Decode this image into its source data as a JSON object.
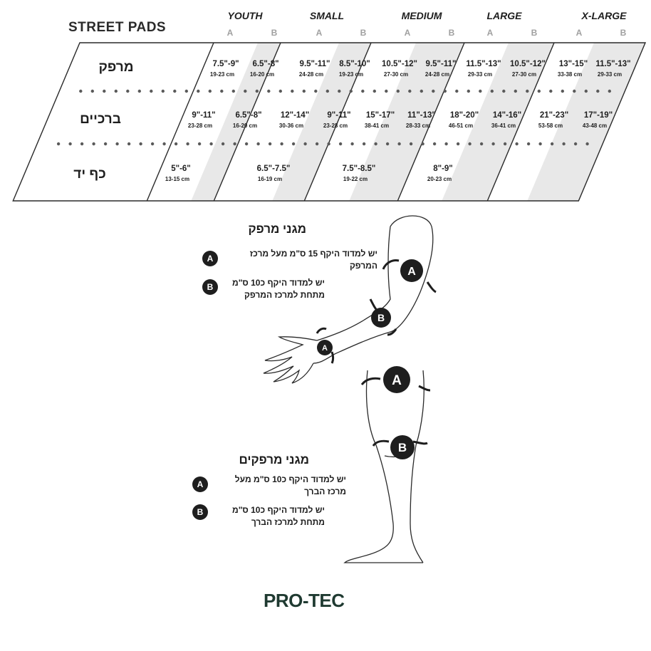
{
  "title": "STREET PADS",
  "chart_data": {
    "type": "table",
    "size_groups": [
      {
        "label": "YOUTH",
        "sub": [
          "A",
          "B"
        ]
      },
      {
        "label": "SMALL",
        "sub": [
          "A",
          "B"
        ]
      },
      {
        "label": "MEDIUM",
        "sub": [
          "A",
          "B"
        ]
      },
      {
        "label": "LARGE",
        "sub": [
          "A",
          "B"
        ]
      },
      {
        "label": "X-LARGE",
        "sub": [
          "A",
          "B"
        ]
      }
    ],
    "rows": [
      {
        "label": "מרפק",
        "cells": [
          {
            "in": "7.5\"-9\"",
            "cm": "19-23 cm"
          },
          {
            "in": "6.5\"-8\"",
            "cm": "16-20 cm"
          },
          {
            "in": "9.5\"-11\"",
            "cm": "24-28 cm"
          },
          {
            "in": "8.5\"-10\"",
            "cm": "19-23 cm"
          },
          {
            "in": "10.5\"-12\"",
            "cm": "27-30 cm"
          },
          {
            "in": "9.5\"-11\"",
            "cm": "24-28 cm"
          },
          {
            "in": "11.5\"-13\"",
            "cm": "29-33 cm"
          },
          {
            "in": "10.5\"-12\"",
            "cm": "27-30 cm"
          },
          {
            "in": "13\"-15\"",
            "cm": "33-38 cm"
          },
          {
            "in": "11.5\"-13\"",
            "cm": "29-33 cm"
          }
        ]
      },
      {
        "label": "ברכיים",
        "cells": [
          {
            "in": "9\"-11\"",
            "cm": "23-28 cm"
          },
          {
            "in": "6.5\"-8\"",
            "cm": "16-20 cm"
          },
          {
            "in": "12\"-14\"",
            "cm": "30-36 cm"
          },
          {
            "in": "9\"-11\"",
            "cm": "23-28 cm"
          },
          {
            "in": "15\"-17\"",
            "cm": "38-41 cm"
          },
          {
            "in": "11\"-13\"",
            "cm": "28-33 cm"
          },
          {
            "in": "18\"-20\"",
            "cm": "46-51 cm"
          },
          {
            "in": "14\"-16\"",
            "cm": "36-41 cm"
          },
          {
            "in": "21\"-23\"",
            "cm": "53-58 cm"
          },
          {
            "in": "17\"-19\"",
            "cm": "43-48 cm"
          }
        ]
      },
      {
        "label": "כף יד",
        "cells": [
          {
            "in": "5\"-6\"",
            "cm": "13-15 cm"
          },
          {
            "in": "6.5\"-7.5\"",
            "cm": "16-19 cm"
          },
          {
            "in": "7.5\"-8.5\"",
            "cm": "19-22 cm"
          },
          {
            "in": "8\"-9\"",
            "cm": "20-23 cm"
          }
        ]
      }
    ]
  },
  "elbow_section": {
    "title": "מגני מרפק",
    "notes": [
      {
        "badge": "A",
        "text_1": "יש למדוד היקף 15 ס\"מ מעל מרכז",
        "text_2": "המרפק"
      },
      {
        "badge": "B",
        "text_1": "יש למדוד היקף כ10 ס\"מ",
        "text_2": "מתחת למרכז המרפק"
      }
    ]
  },
  "knee_section": {
    "title": "מגני מרפקים",
    "notes": [
      {
        "badge": "A",
        "text_1": "יש למדוד היקף כ10 ס\"מ מעל",
        "text_2": "מרכז הברך"
      },
      {
        "badge": "B",
        "text_1": "יש למדוד היקף כ10 ס\"מ",
        "text_2": "מתחת למרכז הברך"
      }
    ]
  },
  "figure_badges": {
    "arm_a": "A",
    "arm_b": "B",
    "wrist_a": "A",
    "leg_a": "A",
    "leg_b": "B"
  },
  "logo": "PRO-TEC",
  "colors": {
    "shade": "#e8e8e8",
    "line": "#2a2a2a",
    "badge": "#1e1e1e",
    "logo": "#1f3a31"
  }
}
